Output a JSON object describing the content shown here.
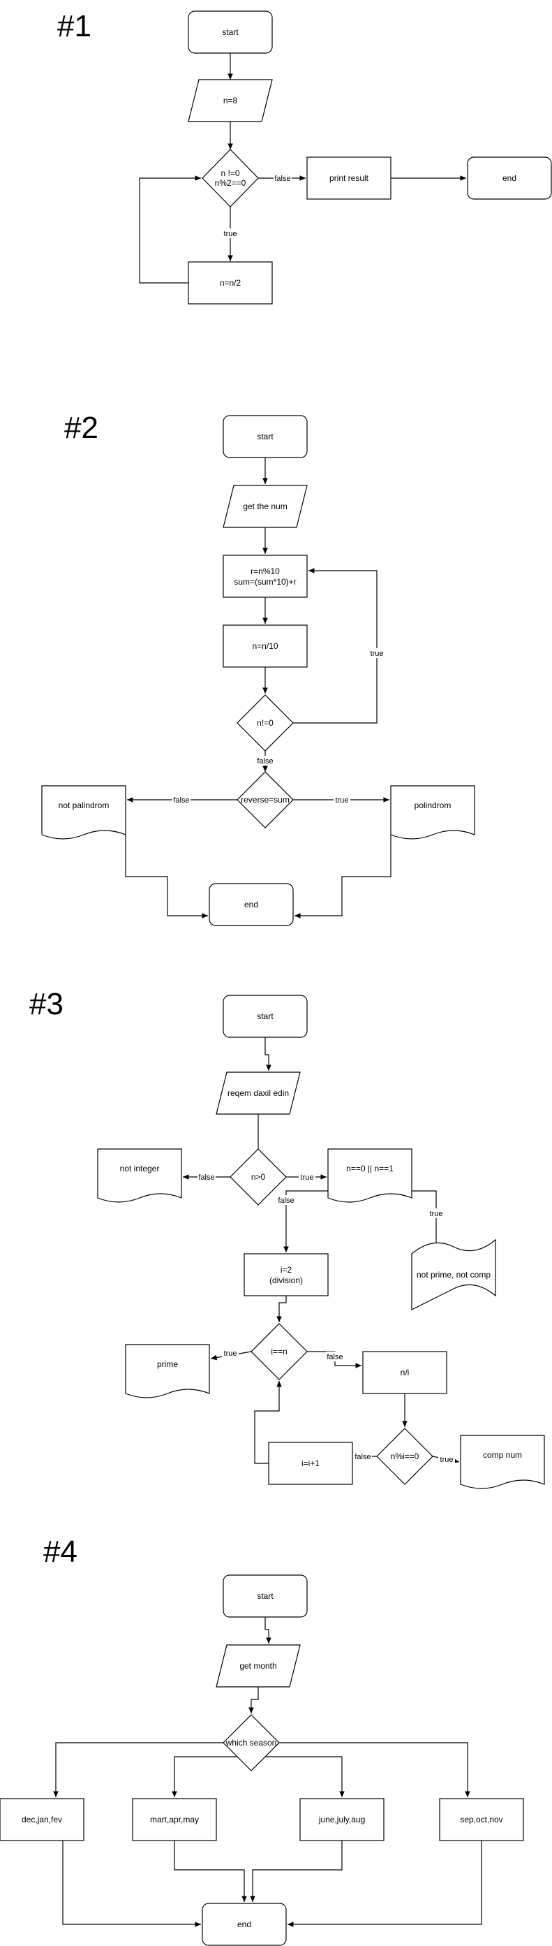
{
  "diagrams": [
    {
      "heading": "#1",
      "nodes": {
        "start": "start",
        "input": "n=8",
        "cond_l1": "n !=0",
        "cond_l2": "n%2==0",
        "print": "print result",
        "end": "end",
        "divide": "n=n/2"
      },
      "labels": {
        "false": "false",
        "true": "true"
      }
    },
    {
      "heading": "#2",
      "nodes": {
        "start": "start",
        "input": "get the num",
        "calc_l1": "r=n%10",
        "calc_l2": "sum=(sum*10)+r",
        "divide": "n=n/10",
        "cond": "n!=0",
        "check": "reverse=sum",
        "not_pal": "not palindrom",
        "pal": "polindrom",
        "end": "end"
      },
      "labels": {
        "true": "true",
        "false": "false",
        "false_left": "false",
        "true_right": "true"
      }
    },
    {
      "heading": "#3",
      "nodes": {
        "start": "start",
        "input": "reqem daxil edin",
        "cond": "n>0",
        "not_int": "not integer",
        "check01": "n==0 || n==1",
        "not_prime": "not prime, not comp",
        "init_l1": "i=2",
        "init_l2": "(division)",
        "loop": "i==n",
        "prime": "prime",
        "ni": "n/i",
        "incr": "i=i+1",
        "mod": "n%i==0",
        "comp": "comp num"
      },
      "labels": {
        "false_left": "false",
        "true_right": "true",
        "false_down": "false",
        "true_down": "true",
        "true_prime": "true",
        "false_ni": "false",
        "false_mod": "false",
        "true_mod": "true"
      }
    },
    {
      "heading": "#4",
      "nodes": {
        "start": "start",
        "input": "get month",
        "cond": "which season",
        "winter": "dec,jan,fev",
        "spring": "mart,apr,may",
        "summer": "june,july,aug",
        "autumn": "sep,oct,nov",
        "end": "end"
      }
    }
  ]
}
